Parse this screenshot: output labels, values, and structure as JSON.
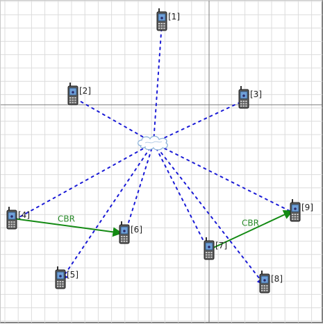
{
  "canvas": {
    "grid_color": "#dcdcdc",
    "axis_color": "#7a7a7a",
    "wireless_link_color": "#1a1ad6",
    "traffic_link_color": "#138a13"
  },
  "hub": {
    "icon": "cloud-icon"
  },
  "nodes": [
    {
      "id": 1,
      "label": "[1]",
      "icon": "mobile-phone-icon"
    },
    {
      "id": 2,
      "label": "[2]",
      "icon": "mobile-phone-icon"
    },
    {
      "id": 3,
      "label": "[3]",
      "icon": "mobile-phone-icon"
    },
    {
      "id": 4,
      "label": "[4]",
      "icon": "mobile-phone-icon"
    },
    {
      "id": 5,
      "label": "[5]",
      "icon": "mobile-phone-icon"
    },
    {
      "id": 6,
      "label": "[6]",
      "icon": "mobile-phone-icon"
    },
    {
      "id": 7,
      "label": "[7]",
      "icon": "mobile-phone-icon"
    },
    {
      "id": 8,
      "label": "[8]",
      "icon": "mobile-phone-icon"
    },
    {
      "id": 9,
      "label": "[9]",
      "icon": "mobile-phone-icon"
    }
  ],
  "traffic_links": [
    {
      "from": 4,
      "to": 6,
      "label": "CBR"
    },
    {
      "from": 7,
      "to": 9,
      "label": "CBR"
    }
  ]
}
